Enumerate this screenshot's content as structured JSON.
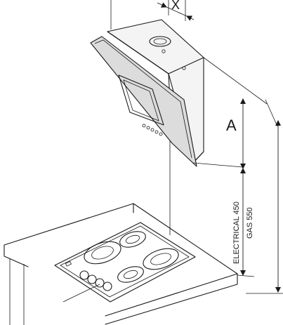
{
  "labels": {
    "x": "X",
    "a": "A",
    "electrical": "ELECTRICAL 450",
    "gas": "GAS 550"
  }
}
